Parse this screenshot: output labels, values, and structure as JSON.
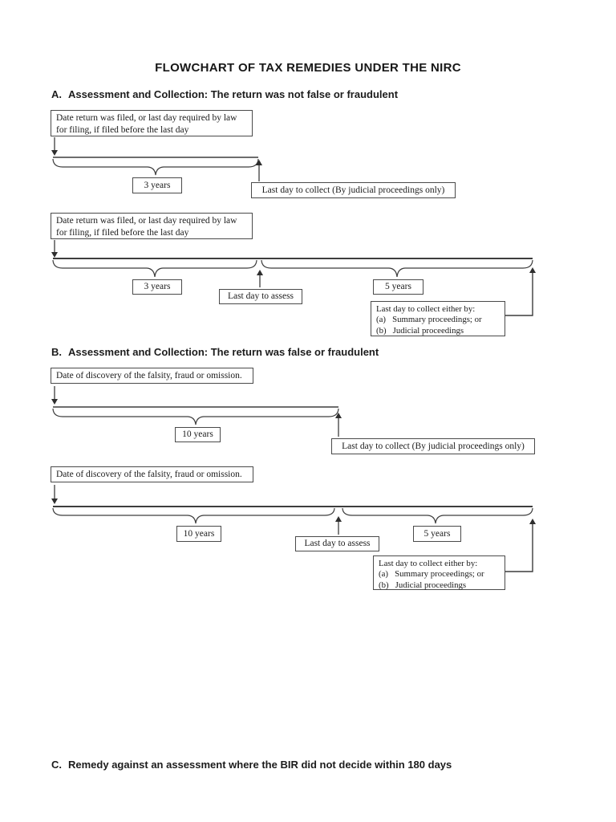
{
  "document": {
    "title": "FLOWCHART OF TAX REMEDIES UNDER THE NIRC"
  },
  "section_a": {
    "label": "A.",
    "heading": "Assessment and Collection: The return was not false or fraudulent",
    "timeline1": {
      "start_box": "Date return was filed, or last day required by law for filing, if filed before the last day",
      "duration_box": "3 years",
      "collect_box": "Last day to collect (By judicial proceedings only)"
    },
    "timeline2": {
      "start_box": "Date return was filed, or last day required by law for filing, if filed before the last day",
      "assess_duration_box": "3 years",
      "assess_box": "Last day to assess",
      "collect_duration_box": "5 years",
      "collect_line1": "Last day to collect either by:",
      "collect_line2": "(a)   Summary proceedings; or",
      "collect_line3": "(b)   Judicial proceedings"
    }
  },
  "section_b": {
    "label": "B.",
    "heading": "Assessment and Collection: The return was false or fraudulent",
    "timeline1": {
      "start_box": "Date of discovery of the falsity, fraud or omission.",
      "duration_box": "10 years",
      "collect_box": "Last day to collect (By judicial proceedings only)"
    },
    "timeline2": {
      "start_box": "Date of discovery of the falsity, fraud or omission.",
      "assess_duration_box": "10 years",
      "assess_box": "Last day to assess",
      "collect_duration_box": "5 years",
      "collect_line1": "Last day to collect either by:",
      "collect_line2": "(a)   Summary proceedings; or",
      "collect_line3": "(b)   Judicial proceedings"
    }
  },
  "section_c": {
    "label": "C.",
    "heading": "Remedy against an assessment where the BIR did not decide within 180 days"
  },
  "colors": {
    "ink": "#1b1b1b",
    "stroke": "#3d3d3d",
    "box_border": "#4a4a4a",
    "background": "#ffffff"
  }
}
